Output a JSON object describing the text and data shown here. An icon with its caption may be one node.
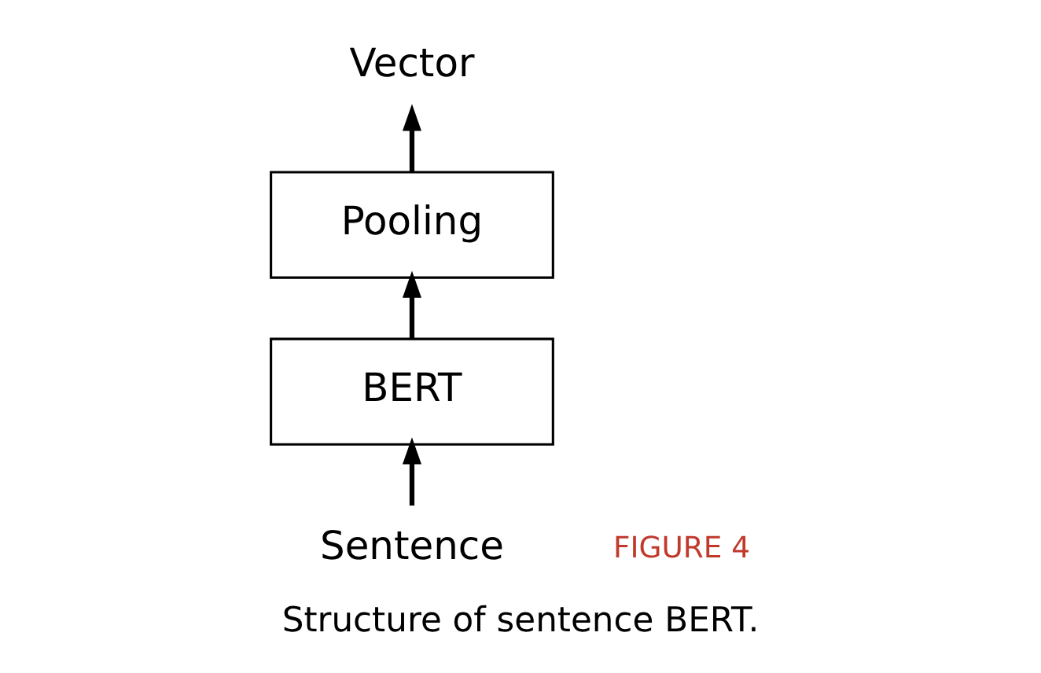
{
  "diagram": {
    "caption": "Structure of sentence BERT.",
    "nodes": [
      {
        "text": [
          "Vector"
        ]
      },
      {
        "text": [
          "Pooling"
        ]
      },
      {
        "text": [
          "BERT"
        ]
      },
      {
        "text": [
          "Sentence"
        ]
      }
    ],
    "edges": [
      {
        "from": 3,
        "to": 2,
        "arrow": "to"
      },
      {
        "from": 2,
        "to": 1,
        "arrow": "to"
      },
      {
        "from": 1,
        "to": 0,
        "arrow": "to"
      }
    ],
    "labels": [
      "FIGURE 4"
    ]
  }
}
